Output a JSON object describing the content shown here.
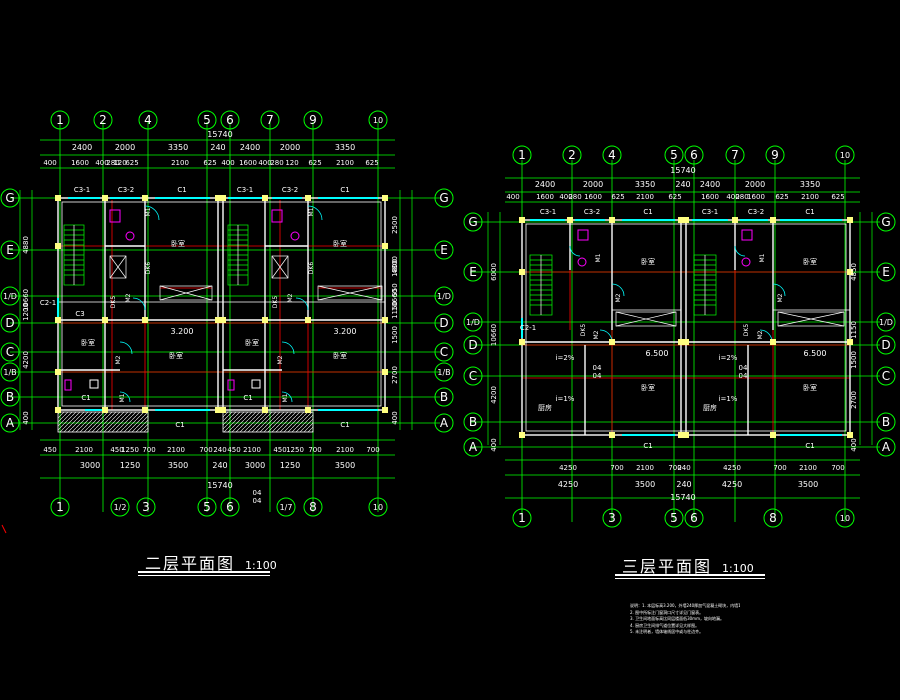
{
  "drawings": [
    {
      "id": "second-floor",
      "title": "二层平面图",
      "scale": "1:100",
      "top_axes": [
        "1",
        "2",
        "4",
        "5",
        "6",
        "7",
        "9",
        "10"
      ],
      "bottom_axes": [
        "1",
        "1/2",
        "3",
        "5",
        "6",
        "1/7",
        "8",
        "10"
      ],
      "left_axes": [
        "G",
        "E",
        "1/D",
        "D",
        "C",
        "1/B",
        "B",
        "A"
      ],
      "right_axes": [
        "G",
        "E",
        "1/D",
        "D",
        "C",
        "1/B",
        "B",
        "A"
      ],
      "top_dims_1": [
        "2400",
        "2000",
        "3350",
        "240",
        "2400",
        "2000",
        "3350"
      ],
      "top_dims_2": [
        "400",
        "1600",
        "400",
        "280",
        "120",
        "625",
        "2100",
        "625",
        "400",
        "1600",
        "400",
        "280",
        "120",
        "625",
        "2100",
        "625"
      ],
      "overall": "15740",
      "bottom_dims_1": [
        "450",
        "2100",
        "450",
        "1250",
        "700",
        "2100",
        "700",
        "240",
        "450",
        "2100",
        "450",
        "1250",
        "700",
        "2100",
        "700"
      ],
      "bottom_dims_2": [
        "3000",
        "1250",
        "3500",
        "240",
        "3000",
        "1250",
        "3500"
      ],
      "left_dims": [
        "4880",
        "10660",
        "1200",
        "4200",
        "400"
      ],
      "right_dims": [
        "2500",
        "1800",
        "550",
        "1150",
        "1500",
        "2700",
        "4800",
        "10660",
        "400"
      ],
      "window_labels": [
        "C3-1",
        "C3-2",
        "C1",
        "C3-1",
        "C3-2",
        "C1",
        "C2-1",
        "C3",
        "C1",
        "C1",
        "C1",
        "C1"
      ],
      "door_labels": [
        "M1",
        "M2",
        "M2",
        "M1",
        "M1",
        "M2",
        "M2",
        "M1",
        "DK5",
        "DK6",
        "DK5",
        "DK6"
      ],
      "room_labels": [
        "卧室",
        "卧室",
        "卧室",
        "卧室",
        "卧室",
        "卧室"
      ],
      "elevations": [
        "3.200",
        "3.200"
      ],
      "marks": [
        "04",
        "04"
      ]
    },
    {
      "id": "third-floor",
      "title": "三层平面图",
      "scale": "1:100",
      "top_axes": [
        "1",
        "2",
        "4",
        "5",
        "6",
        "7",
        "9",
        "10"
      ],
      "bottom_axes": [
        "1",
        "3",
        "5",
        "6",
        "8",
        "10"
      ],
      "left_axes": [
        "G",
        "E",
        "1/D",
        "D",
        "C",
        "B",
        "A"
      ],
      "right_axes": [
        "G",
        "E",
        "1/D",
        "D",
        "C",
        "B",
        "A"
      ],
      "top_dims_1": [
        "2400",
        "2000",
        "3350",
        "240",
        "2400",
        "2000",
        "3350"
      ],
      "top_dims_2": [
        "400",
        "1600",
        "400",
        "280",
        "1600",
        "625",
        "2100",
        "625",
        "1600",
        "400",
        "280",
        "1600",
        "625",
        "2100",
        "625"
      ],
      "overall": "15740",
      "bottom_dims_1": [
        "4250",
        "700",
        "2100",
        "700",
        "240",
        "4250",
        "700",
        "2100",
        "700"
      ],
      "bottom_dims_2": [
        "4250",
        "3500",
        "240",
        "4250",
        "3500"
      ],
      "left_dims": [
        "6000",
        "10660",
        "4200",
        "400"
      ],
      "right_dims": [
        "4850",
        "1150",
        "1500",
        "2700",
        "400"
      ],
      "window_labels": [
        "C3-1",
        "C3-2",
        "C1",
        "C3-1",
        "C3-2",
        "C1",
        "C2-1",
        "C1",
        "C1"
      ],
      "door_labels": [
        "M1",
        "M2",
        "M2",
        "M1",
        "M2",
        "M2",
        "DK5",
        "DK5"
      ],
      "room_labels": [
        "卧室",
        "卧室",
        "卧室",
        "卧室",
        "厨房",
        "厨房"
      ],
      "slopes": [
        "i=2%",
        "i=1%",
        "i=2%",
        "i=1%"
      ],
      "elevations": [
        "6.500",
        "6.500"
      ],
      "marks": [
        "04",
        "04",
        "04",
        "04"
      ]
    }
  ],
  "notes": [
    "说明：1. 本层标高3.200，外墙240厚加气混凝土砌块，内墙120厚砖墙。",
    "2. 图中所标注门窗洞口尺寸详见门窗表。",
    "3. 卫生间地面标高比同层楼面低30mm，坡向地漏。",
    "4. 厨房卫生间排气道位置详见大样图。",
    "5. 未注明者，墙体轴线居中或与柱边齐。"
  ],
  "colors": {
    "background": "#000000",
    "axis_grid": "#00ff00",
    "wall": "#ffffff",
    "dimension": "#00ff00",
    "column": "#ffff80",
    "room_division": "#ff0000",
    "window": "#00ffff",
    "fixture": "#ff00ff",
    "label": "#ffffff"
  }
}
